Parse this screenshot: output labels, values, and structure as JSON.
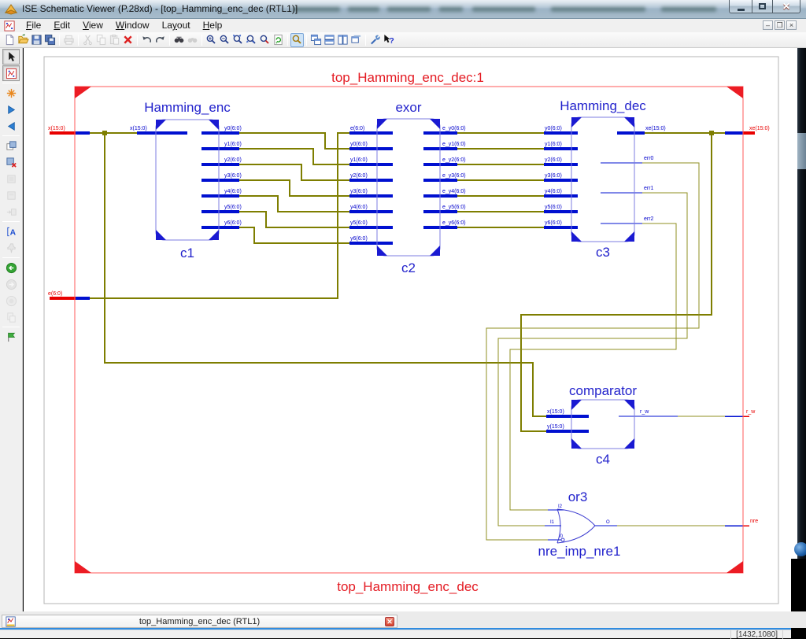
{
  "window": {
    "title": "ISE Schematic Viewer (P.28xd) - [top_Hamming_enc_dec (RTL1)]",
    "controls": [
      "minimize",
      "maximize",
      "close"
    ]
  },
  "menu": {
    "items": [
      {
        "label": "File",
        "underline": 0
      },
      {
        "label": "Edit",
        "underline": 0
      },
      {
        "label": "View",
        "underline": 0
      },
      {
        "label": "Window",
        "underline": 0
      },
      {
        "label": "Layout",
        "underline": 2
      },
      {
        "label": "Help",
        "underline": 0
      }
    ]
  },
  "toolbar": {
    "groups": [
      [
        {
          "name": "new-document"
        },
        {
          "name": "open-project"
        },
        {
          "name": "save"
        },
        {
          "name": "save-all"
        }
      ],
      [
        {
          "name": "print",
          "state": "disabled"
        }
      ],
      [
        {
          "name": "cut",
          "state": "disabled"
        },
        {
          "name": "copy",
          "state": "disabled"
        },
        {
          "name": "paste",
          "state": "disabled"
        },
        {
          "name": "delete"
        }
      ],
      [
        {
          "name": "undo"
        },
        {
          "name": "redo"
        }
      ],
      [
        {
          "name": "find"
        },
        {
          "name": "find-files",
          "state": "disabled"
        }
      ],
      [
        {
          "name": "zoom-in"
        },
        {
          "name": "zoom-out"
        },
        {
          "name": "zoom-window"
        },
        {
          "name": "zoom-full"
        },
        {
          "name": "zoom-selection"
        },
        {
          "name": "refresh-view"
        }
      ],
      [
        {
          "name": "pan-tool",
          "state": "pressed"
        }
      ],
      [
        {
          "name": "cascade-windows"
        },
        {
          "name": "tile-horizontal"
        },
        {
          "name": "tile-vertical"
        },
        {
          "name": "close-all-windows"
        }
      ],
      [
        {
          "name": "customize"
        },
        {
          "name": "context-help"
        }
      ]
    ]
  },
  "sidebar": {
    "icons": [
      {
        "name": "select-tool",
        "state": "pressed"
      },
      {
        "name": "schematic-view",
        "state": "pressed"
      },
      {
        "name": "star-routes"
      },
      {
        "name": "descend-block"
      },
      {
        "name": "ascend-block"
      },
      {
        "name": "add-sheet"
      },
      {
        "name": "delete-sheet"
      },
      {
        "name": "sheet-a",
        "state": "disabled"
      },
      {
        "name": "sheet-b",
        "state": "disabled"
      },
      {
        "name": "expand-block",
        "state": "disabled"
      },
      {
        "name": "rename-label"
      },
      {
        "name": "pin-tool",
        "state": "disabled"
      },
      {
        "name": "nav-back"
      },
      {
        "name": "nav-forward",
        "state": "disabled"
      },
      {
        "name": "nav-stop",
        "state": "disabled"
      },
      {
        "name": "pages-view",
        "state": "disabled"
      },
      {
        "name": "marker-flag"
      }
    ]
  },
  "schematic": {
    "top_label": "top_Hamming_enc_dec:1",
    "bottom_label": "top_Hamming_enc_dec",
    "blocks": [
      {
        "instance": "c1",
        "title": "Hamming_enc",
        "left_pins": [
          "x(15:0)"
        ],
        "right_pins": [
          "y0(6:0)",
          "y1(6:0)",
          "y2(6:0)",
          "y3(6:0)",
          "y4(6:0)",
          "y5(6:0)",
          "y6(6:0)"
        ]
      },
      {
        "instance": "c2",
        "title": "exor",
        "left_pins": [
          "e(6:0)",
          "y0(6:0)",
          "y1(6:0)",
          "y2(6:0)",
          "y3(6:0)",
          "y4(6:0)",
          "y5(6:0)",
          "y6(6:0)"
        ],
        "right_pins": [
          "e_y0(6:0)",
          "e_y1(6:0)",
          "e_y2(6:0)",
          "e_y3(6:0)",
          "e_y4(6:0)",
          "e_y5(6:0)",
          "e_y6(6:0)"
        ]
      },
      {
        "instance": "c3",
        "title": "Hamming_dec",
        "left_pins": [
          "y0(6:0)",
          "y1(6:0)",
          "y2(6:0)",
          "y3(6:0)",
          "y4(6:0)",
          "y5(6:0)",
          "y6(6:0)"
        ],
        "right_pins": [
          "xe(15:0)",
          "err0",
          "err1",
          "err2"
        ]
      },
      {
        "instance": "c4",
        "title": "comparator",
        "left_pins": [
          "x(15:0)",
          "y(15:0)"
        ],
        "right_pins": [
          "r_w"
        ]
      },
      {
        "instance": "nre_imp_nre1",
        "title": "or3",
        "left_pins": [
          "I2",
          "I1",
          "I0"
        ],
        "right_pins": [
          "O"
        ]
      }
    ],
    "ports": [
      {
        "name": "x(15:0)",
        "direction": "input"
      },
      {
        "name": "e(6:0)",
        "direction": "input"
      },
      {
        "name": "xe(15:0)",
        "direction": "output"
      },
      {
        "name": "r_w",
        "direction": "output"
      },
      {
        "name": "nre",
        "direction": "output"
      }
    ],
    "colors": {
      "wire": "#7e7e00",
      "pin_stub": "#0010d0",
      "block": "#2222cc",
      "port_label": "#e80000",
      "sheet_border": "#ff5a5a"
    }
  },
  "tab_bar": {
    "tab_label": "top_Hamming_enc_dec (RTL1)"
  },
  "status_bar": {
    "coordinates": "[1432,1080]"
  }
}
